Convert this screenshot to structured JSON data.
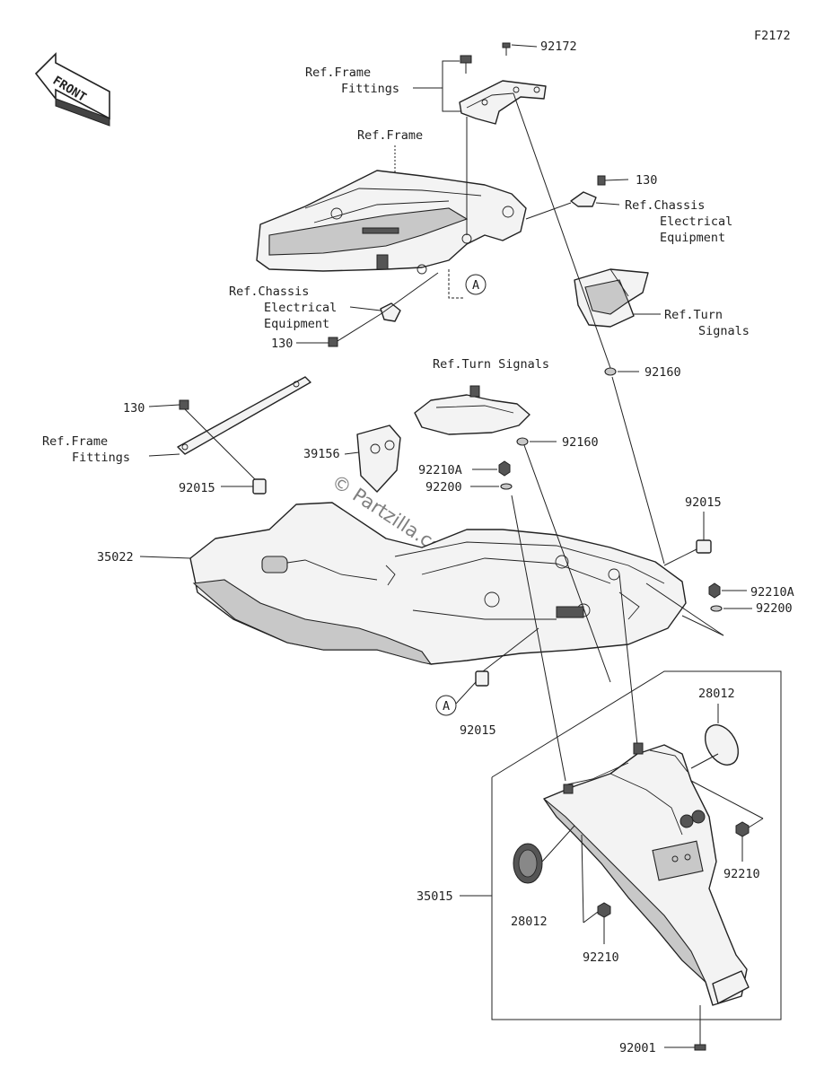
{
  "figure_code": "F2172",
  "watermark": "© Partzilla.com",
  "front_arrow": "FRONT",
  "labels": {
    "p92172": "92172",
    "ref_frame_fittings_1": "Ref.Frame",
    "ref_frame_fittings_2": "Fittings",
    "ref_frame": "Ref.Frame",
    "p130_top": "130",
    "ref_chassis_r1": "Ref.Chassis",
    "ref_chassis_r2": "Electrical",
    "ref_chassis_r3": "Equipment",
    "ref_chassis_l1": "Ref.Chassis",
    "ref_chassis_l2": "Electrical",
    "ref_chassis_l3": "Equipment",
    "p130_mid": "130",
    "ref_turn_r1": "Ref.Turn",
    "ref_turn_r2": "Signals",
    "ref_turn_c": "Ref.Turn Signals",
    "p92160_a": "92160",
    "p92160_b": "92160",
    "p130_left": "130",
    "ref_ff_left1": "Ref.Frame",
    "ref_ff_left2": "Fittings",
    "p39156": "39156",
    "p92210A_a": "92210A",
    "p92200_a": "92200",
    "p92015_a": "92015",
    "p92015_b": "92015",
    "p35022": "35022",
    "p92210A_b": "92210A",
    "p92200_b": "92200",
    "callout_a": "A",
    "p92015_c": "92015",
    "p28012_a": "28012",
    "p35015": "35015",
    "p92210_a": "92210",
    "p28012_b": "28012",
    "p92210_b": "92210",
    "p92001": "92001"
  }
}
